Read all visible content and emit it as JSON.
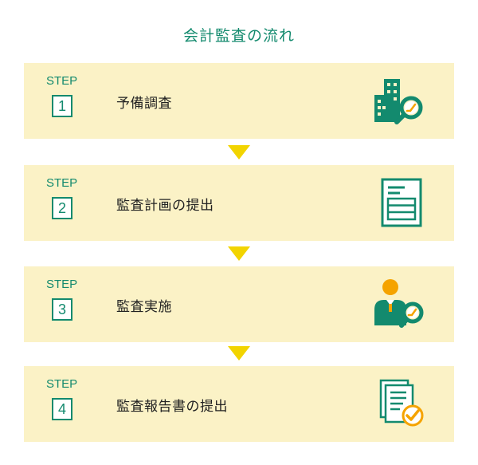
{
  "title": "会計監査の流れ",
  "steps": [
    {
      "word": "STEP",
      "number": "1",
      "label": "予備調査",
      "icon": "building-search-icon"
    },
    {
      "word": "STEP",
      "number": "2",
      "label": "監査計画の提出",
      "icon": "document-plan-icon"
    },
    {
      "word": "STEP",
      "number": "3",
      "label": "監査実施",
      "icon": "auditor-search-icon"
    },
    {
      "word": "STEP",
      "number": "4",
      "label": "監査報告書の提出",
      "icon": "report-check-icon"
    }
  ],
  "colors": {
    "accent": "#138a6e",
    "box_background": "#fbf2c6",
    "arrow": "#f2d400",
    "icon_orange": "#f5a300"
  }
}
